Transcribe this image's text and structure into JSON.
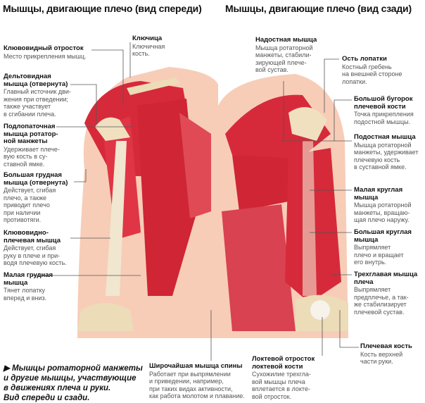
{
  "titles": {
    "front": "Мышцы, двигающие плечо (вид спереди)",
    "back": "Мышцы, двигающие плечо (вид сзади)"
  },
  "labels": {
    "coracoid": {
      "name": "Клювовидный отросток",
      "desc": [
        "Место прикрепления мышц."
      ]
    },
    "clavicle": {
      "name": "Ключица",
      "desc": [
        "Ключичная",
        "кость."
      ]
    },
    "deltoid": {
      "name": "Дельтовидная мышца (отвернута)",
      "desc": [
        "Главный источник дви-",
        "жения при отведении;",
        "также участвует",
        "в сгибании плеча."
      ]
    },
    "subscapularis": {
      "name": "Подлопаточная мышца ротатор-ной манжеты",
      "desc": [
        "Удерживает плече-",
        "вую кость в су-",
        "ставной ямке."
      ]
    },
    "pectoralis_major": {
      "name": "Большая грудная мышца (отвернута)",
      "desc": [
        "Действует, сгибая",
        "плечо, а также",
        "приводит плечо",
        "при наличии",
        "противотяги."
      ]
    },
    "coracobrachialis": {
      "name": "Клювовидно-плечевая мышца",
      "desc": [
        "Действует, сгибая",
        "руку в плече и при-",
        "водя плечевую кость."
      ]
    },
    "pectoralis_minor": {
      "name": "Малая грудная мышца",
      "desc": [
        "Тянет лопатку",
        "вперед и вниз."
      ]
    },
    "supraspinatus": {
      "name": "Надостная мышца",
      "desc": [
        "Мышца ротаторной",
        "манжеты, стабили-",
        "зирующей плече-",
        "вой сустав."
      ]
    },
    "scapular_spine": {
      "name": "Ость лопатки",
      "desc": [
        "Костный гребень",
        "на внешней стороне",
        "лопатки."
      ]
    },
    "greater_tubercle": {
      "name": "Большой бугорок плечевой кости",
      "desc": [
        "Точка прикрепления",
        "подостной мышцы."
      ]
    },
    "infraspinatus": {
      "name": "Подостная мышца",
      "desc": [
        "Мышца ротаторной",
        "манжеты, удерживает",
        "плечевую кость",
        "в суставной ямке."
      ]
    },
    "teres_minor": {
      "name": "Малая круглая мышца",
      "desc": [
        "Мышца ротаторной",
        "манжеты, вращаю-",
        "щая плечо наружу."
      ]
    },
    "teres_major": {
      "name": "Большая круглая мышца",
      "desc": [
        "Выпрямляет",
        "плечо и вращает",
        "его внутрь."
      ]
    },
    "triceps": {
      "name": "Трехглавая мышца плеча",
      "desc": [
        "Выпрямляет",
        "предплечье, а так-",
        "же стабилизирует",
        "плечевой сустав."
      ]
    },
    "humerus": {
      "name": "Плечевая кость",
      "desc": [
        "Кость верхней",
        "части руки."
      ]
    },
    "olecranon": {
      "name": "Локтевой отросток локтевой кости",
      "desc": [
        "Сухожилие трехгла-",
        "вой мышцы плеча",
        "вплетается в локте-",
        "вой отросток."
      ]
    },
    "latissimus": {
      "name": "Широчайшая мышца спины",
      "desc": [
        "Работает при выпрямлении",
        "и приведении, например,",
        "при таких видах активности,",
        "как работа молотом и плавание."
      ]
    }
  },
  "caption": [
    "▶ Мышцы ротаторной манжеты",
    "и другие мышцы, участвующие",
    "в движениях плеча и руки.",
    "Вид спереди и сзади."
  ]
}
